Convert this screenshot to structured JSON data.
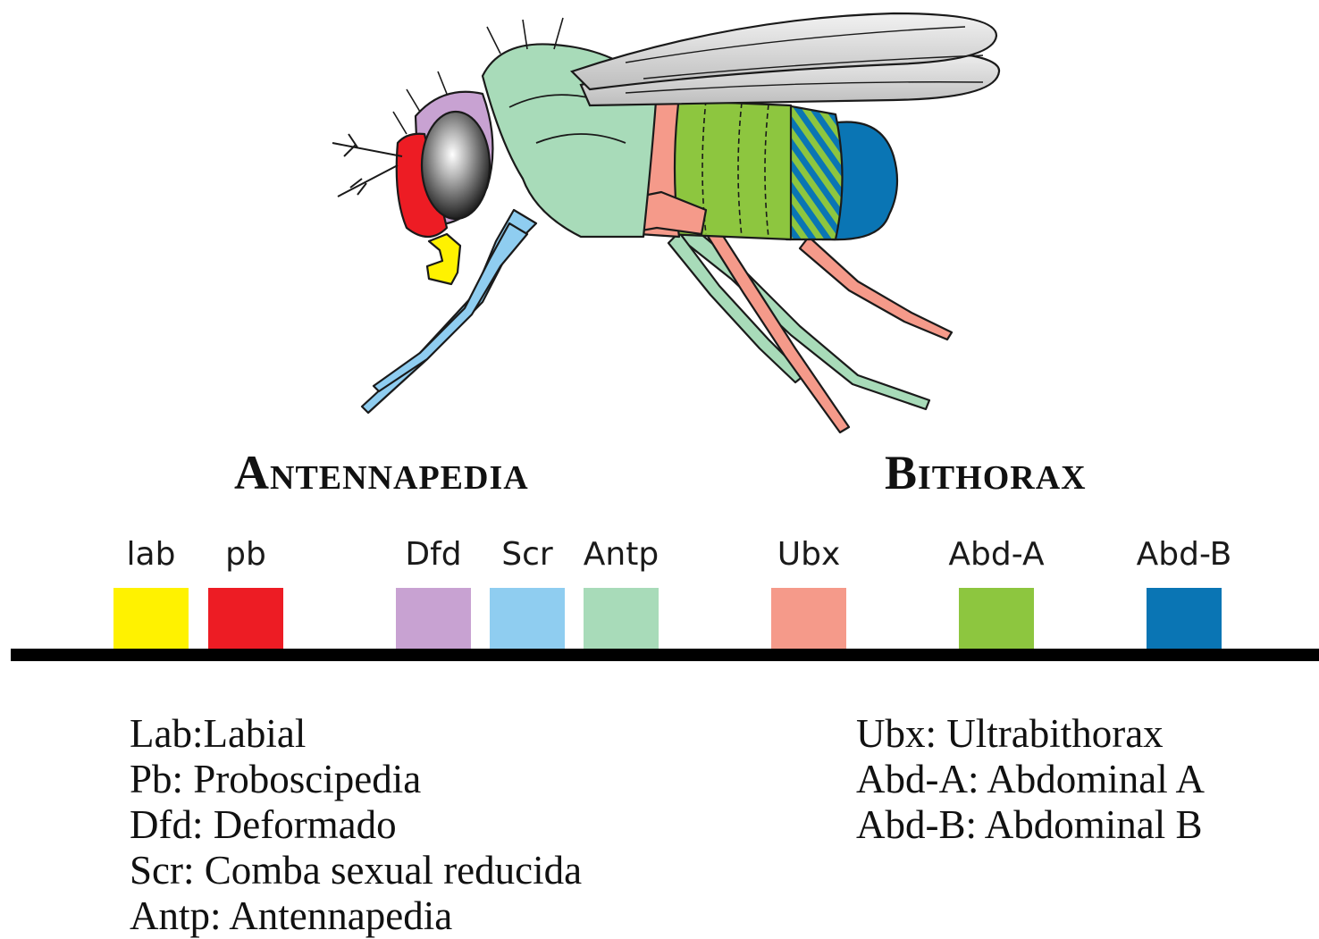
{
  "complexes": {
    "antennapedia": "Antennapedia",
    "bithorax": "Bithorax"
  },
  "genes": [
    {
      "id": "lab",
      "label": "lab",
      "color": "#fff200"
    },
    {
      "id": "pb",
      "label": "pb",
      "color": "#ed1c24"
    },
    {
      "id": "dfd",
      "label": "Dfd",
      "color": "#c8a2d2"
    },
    {
      "id": "scr",
      "label": "Scr",
      "color": "#8fcdf0"
    },
    {
      "id": "antp",
      "label": "Antp",
      "color": "#a8dbb9"
    },
    {
      "id": "ubx",
      "label": "Ubx",
      "color": "#f59a8a"
    },
    {
      "id": "abda",
      "label": "Abd-A",
      "color": "#8dc63f"
    },
    {
      "id": "abdb",
      "label": "Abd-B",
      "color": "#0a75b4"
    }
  ],
  "legend_left": [
    "Lab:Labial",
    "Pb: Proboscipedia",
    "Dfd: Deformado",
    "Scr: Comba sexual reducida",
    "Antp: Antennapedia"
  ],
  "legend_right": [
    "Ubx: Ultrabithorax",
    "Abd-A: Abdominal A",
    "Abd-B: Abdominal B"
  ],
  "illustration": {
    "subject": "fruit-fly",
    "eye_color": "#8a8a8a",
    "wing_color": "#d8d8d8",
    "outline_color": "#1a1a1a"
  }
}
